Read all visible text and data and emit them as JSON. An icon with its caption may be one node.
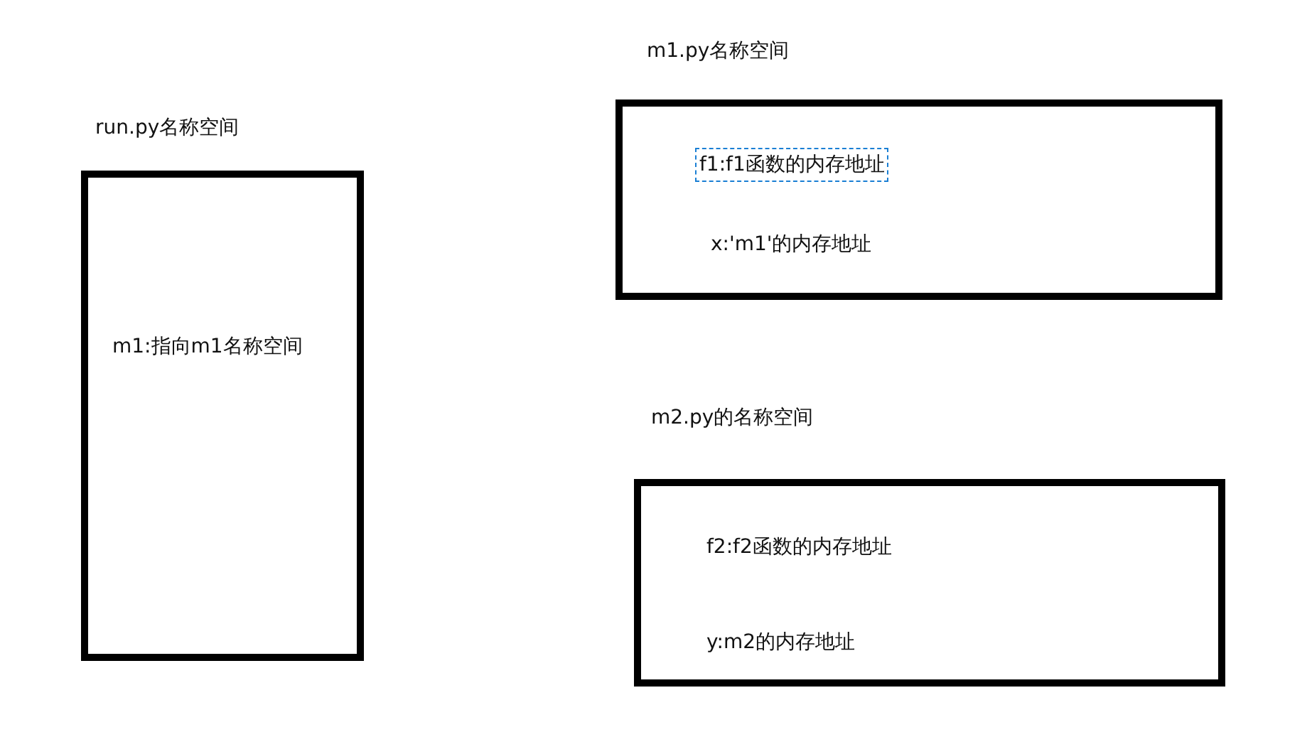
{
  "diagram": {
    "nodes": [
      {
        "text": [
          "run.py名称空间",
          "m1:指向m1名称空间"
        ]
      },
      {
        "text": [
          "m1.py名称空间",
          "f1:f1函数的内存地址",
          "x:'m1'的内存地址"
        ]
      },
      {
        "text": [
          "m2.py的名称空间",
          "f2:f2函数的内存地址",
          "y:m2的内存地址"
        ]
      }
    ]
  }
}
